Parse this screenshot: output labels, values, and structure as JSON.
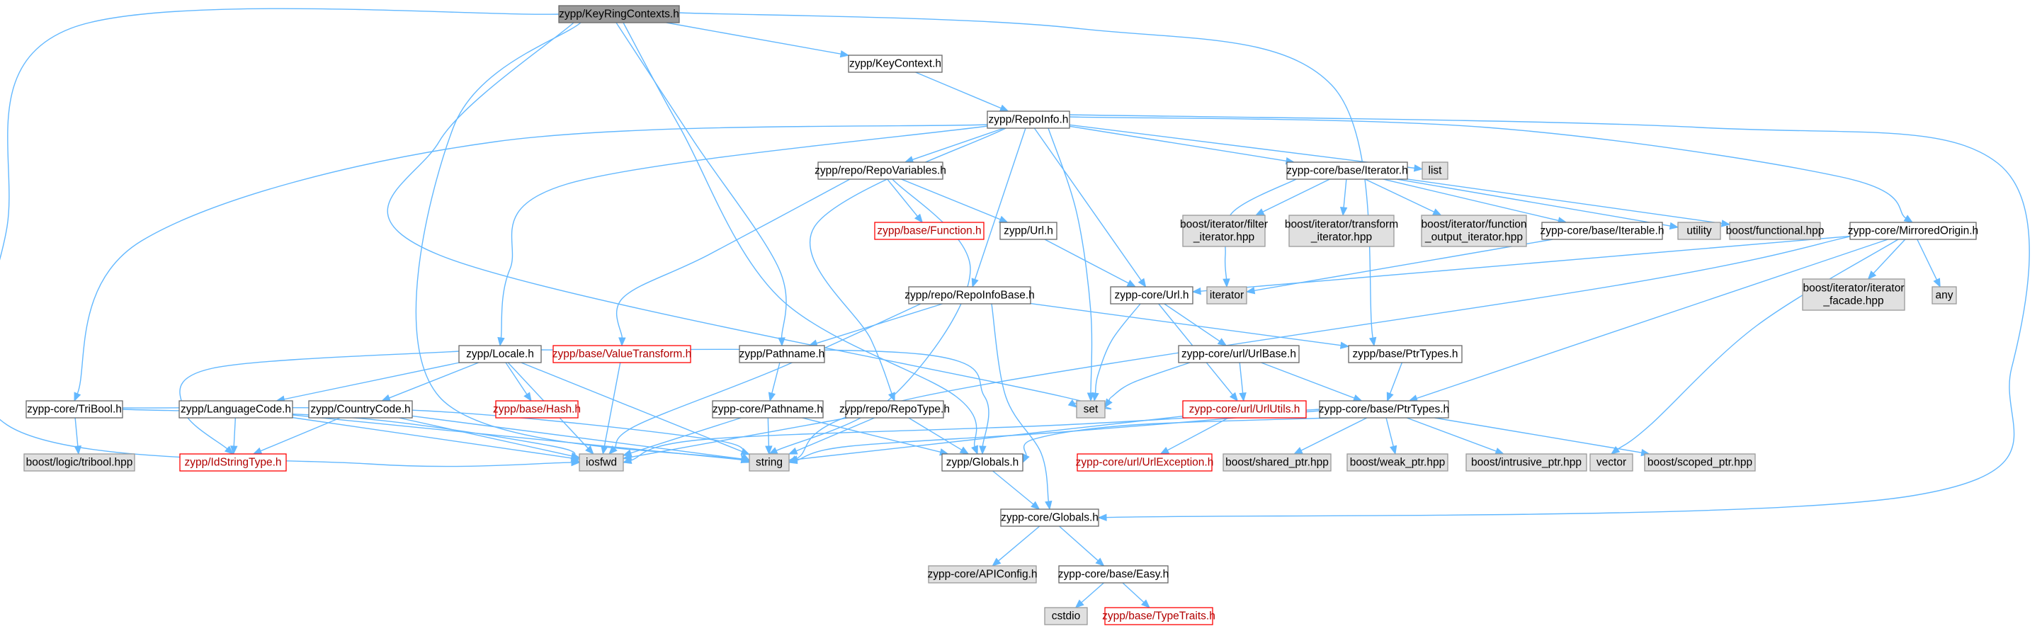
{
  "colors": {
    "edge": "#63b8ff",
    "root_fill": "#999999",
    "file_fill": "#ffffff",
    "file_stroke": "#666666",
    "external_fill": "#e0e0e0",
    "external_stroke": "#999999",
    "missing_stroke": "#ff0000",
    "missing_text": "#b20000"
  },
  "nodes": {
    "keyringcontexts": {
      "lines": [
        "zypp/KeyRingContexts.h"
      ],
      "kind": "root"
    },
    "keycontext": {
      "lines": [
        "zypp/KeyContext.h"
      ],
      "kind": "file"
    },
    "repoinfo": {
      "lines": [
        "zypp/RepoInfo.h"
      ],
      "kind": "file"
    },
    "repovariables": {
      "lines": [
        "zypp/repo/RepoVariables.h"
      ],
      "kind": "file"
    },
    "iterator_h": {
      "lines": [
        "zypp-core/base/Iterator.h"
      ],
      "kind": "file"
    },
    "list": {
      "lines": [
        "list"
      ],
      "kind": "external"
    },
    "function_h": {
      "lines": [
        "zypp/base/Function.h"
      ],
      "kind": "missing"
    },
    "url_h": {
      "lines": [
        "zypp/Url.h"
      ],
      "kind": "file"
    },
    "filter_iter": {
      "lines": [
        "boost/iterator/filter",
        "_iterator.hpp"
      ],
      "kind": "external"
    },
    "transform_iter": {
      "lines": [
        "boost/iterator/transform",
        "_iterator.hpp"
      ],
      "kind": "external"
    },
    "function_output_iter": {
      "lines": [
        "boost/iterator/function",
        "_output_iterator.hpp"
      ],
      "kind": "external"
    },
    "iterable_h": {
      "lines": [
        "zypp-core/base/Iterable.h"
      ],
      "kind": "file"
    },
    "utility": {
      "lines": [
        "utility"
      ],
      "kind": "external"
    },
    "boost_functional": {
      "lines": [
        "boost/functional.hpp"
      ],
      "kind": "external"
    },
    "mirroredorigin": {
      "lines": [
        "zypp-core/MirroredOrigin.h"
      ],
      "kind": "file"
    },
    "repoinfobase": {
      "lines": [
        "zypp/repo/RepoInfoBase.h"
      ],
      "kind": "file"
    },
    "core_url": {
      "lines": [
        "zypp-core/Url.h"
      ],
      "kind": "file"
    },
    "iterator_std": {
      "lines": [
        "iterator"
      ],
      "kind": "external"
    },
    "iterator_facade": {
      "lines": [
        "boost/iterator/iterator",
        "_facade.hpp"
      ],
      "kind": "external"
    },
    "any": {
      "lines": [
        "any"
      ],
      "kind": "external"
    },
    "locale_h": {
      "lines": [
        "zypp/Locale.h"
      ],
      "kind": "file"
    },
    "valuetransform": {
      "lines": [
        "zypp/base/ValueTransform.h"
      ],
      "kind": "missing"
    },
    "pathname_h": {
      "lines": [
        "zypp/Pathname.h"
      ],
      "kind": "file"
    },
    "urlbase": {
      "lines": [
        "zypp-core/url/UrlBase.h"
      ],
      "kind": "file"
    },
    "base_ptrtypes": {
      "lines": [
        "zypp/base/PtrTypes.h"
      ],
      "kind": "file"
    },
    "tribool_h": {
      "lines": [
        "zypp-core/TriBool.h"
      ],
      "kind": "file"
    },
    "languagecode": {
      "lines": [
        "zypp/LanguageCode.h"
      ],
      "kind": "file"
    },
    "countrycode": {
      "lines": [
        "zypp/CountryCode.h"
      ],
      "kind": "file"
    },
    "hash_h": {
      "lines": [
        "zypp/base/Hash.h"
      ],
      "kind": "missing"
    },
    "core_pathname": {
      "lines": [
        "zypp-core/Pathname.h"
      ],
      "kind": "file"
    },
    "repotype": {
      "lines": [
        "zypp/repo/RepoType.h"
      ],
      "kind": "file"
    },
    "set": {
      "lines": [
        "set"
      ],
      "kind": "external"
    },
    "urlutils": {
      "lines": [
        "zypp-core/url/UrlUtils.h"
      ],
      "kind": "missing"
    },
    "core_ptrtypes": {
      "lines": [
        "zypp-core/base/PtrTypes.h"
      ],
      "kind": "file"
    },
    "boost_tribool": {
      "lines": [
        "boost/logic/tribool.hpp"
      ],
      "kind": "external"
    },
    "idstringtype": {
      "lines": [
        "zypp/IdStringType.h"
      ],
      "kind": "missing"
    },
    "iosfwd": {
      "lines": [
        "iosfwd"
      ],
      "kind": "external"
    },
    "string": {
      "lines": [
        "string"
      ],
      "kind": "external"
    },
    "zypp_globals": {
      "lines": [
        "zypp/Globals.h"
      ],
      "kind": "file"
    },
    "urlexception": {
      "lines": [
        "zypp-core/url/UrlException.h"
      ],
      "kind": "missing"
    },
    "shared_ptr": {
      "lines": [
        "boost/shared_ptr.hpp"
      ],
      "kind": "external"
    },
    "weak_ptr": {
      "lines": [
        "boost/weak_ptr.hpp"
      ],
      "kind": "external"
    },
    "intrusive_ptr": {
      "lines": [
        "boost/intrusive_ptr.hpp"
      ],
      "kind": "external"
    },
    "vector": {
      "lines": [
        "vector"
      ],
      "kind": "external"
    },
    "scoped_ptr": {
      "lines": [
        "boost/scoped_ptr.hpp"
      ],
      "kind": "external"
    },
    "core_globals": {
      "lines": [
        "zypp-core/Globals.h"
      ],
      "kind": "file"
    },
    "apiconfig": {
      "lines": [
        "zypp-core/APIConfig.h"
      ],
      "kind": "external"
    },
    "easy_h": {
      "lines": [
        "zypp-core/base/Easy.h"
      ],
      "kind": "file"
    },
    "cstdio": {
      "lines": [
        "cstdio"
      ],
      "kind": "external"
    },
    "typetraits": {
      "lines": [
        "zypp/base/TypeTraits.h"
      ],
      "kind": "missing"
    }
  },
  "edges": [
    [
      "keyringcontexts",
      "keycontext"
    ],
    [
      "keyringcontexts",
      "base_ptrtypes"
    ],
    [
      "keyringcontexts",
      "pathname_h"
    ],
    [
      "keyringcontexts",
      "set"
    ],
    [
      "keyringcontexts",
      "iosfwd"
    ],
    [
      "keyringcontexts",
      "string"
    ],
    [
      "keyringcontexts",
      "zypp_globals"
    ],
    [
      "keycontext",
      "repoinfo"
    ],
    [
      "repoinfo",
      "list"
    ],
    [
      "repoinfo",
      "set"
    ],
    [
      "repoinfo",
      "iterator_h"
    ],
    [
      "repoinfo",
      "core_url"
    ],
    [
      "repoinfo",
      "repovariables"
    ],
    [
      "repoinfo",
      "repoinfobase"
    ],
    [
      "repoinfo",
      "repotype"
    ],
    [
      "repoinfo",
      "locale_h"
    ],
    [
      "repoinfo",
      "tribool_h"
    ],
    [
      "repoinfo",
      "mirroredorigin"
    ],
    [
      "repoinfo",
      "core_globals"
    ],
    [
      "repovariables",
      "function_h"
    ],
    [
      "repovariables",
      "url_h"
    ],
    [
      "repovariables",
      "valuetransform"
    ],
    [
      "repovariables",
      "string"
    ],
    [
      "iterator_h",
      "filter_iter"
    ],
    [
      "iterator_h",
      "transform_iter"
    ],
    [
      "iterator_h",
      "function_output_iter"
    ],
    [
      "iterator_h",
      "iterable_h"
    ],
    [
      "iterator_h",
      "utility"
    ],
    [
      "iterator_h",
      "boost_functional"
    ],
    [
      "iterator_h",
      "iterator_std"
    ],
    [
      "iterable_h",
      "iterator_std"
    ],
    [
      "url_h",
      "core_url"
    ],
    [
      "mirroredorigin",
      "core_url"
    ],
    [
      "mirroredorigin",
      "iterator_facade"
    ],
    [
      "mirroredorigin",
      "any"
    ],
    [
      "mirroredorigin",
      "core_ptrtypes"
    ],
    [
      "mirroredorigin",
      "vector"
    ],
    [
      "mirroredorigin",
      "string"
    ],
    [
      "repoinfobase",
      "pathname_h"
    ],
    [
      "repoinfobase",
      "base_ptrtypes"
    ],
    [
      "repoinfobase",
      "core_globals"
    ],
    [
      "repoinfobase",
      "iosfwd"
    ],
    [
      "core_url",
      "urlbase"
    ],
    [
      "core_url",
      "urlutils"
    ],
    [
      "core_url",
      "set"
    ],
    [
      "urlbase",
      "core_ptrtypes"
    ],
    [
      "urlbase",
      "urlutils"
    ],
    [
      "urlbase",
      "set"
    ],
    [
      "urlutils",
      "urlexception"
    ],
    [
      "urlutils",
      "string"
    ],
    [
      "base_ptrtypes",
      "core_ptrtypes"
    ],
    [
      "locale_h",
      "languagecode"
    ],
    [
      "locale_h",
      "countrycode"
    ],
    [
      "locale_h",
      "hash_h"
    ],
    [
      "locale_h",
      "idstringtype"
    ],
    [
      "locale_h",
      "iosfwd"
    ],
    [
      "locale_h",
      "string"
    ],
    [
      "locale_h",
      "zypp_globals"
    ],
    [
      "valuetransform",
      "iosfwd"
    ],
    [
      "pathname_h",
      "core_pathname"
    ],
    [
      "core_pathname",
      "iosfwd"
    ],
    [
      "core_pathname",
      "string"
    ],
    [
      "core_pathname",
      "zypp_globals"
    ],
    [
      "repotype",
      "iosfwd"
    ],
    [
      "repotype",
      "string"
    ],
    [
      "repotype",
      "zypp_globals"
    ],
    [
      "tribool_h",
      "boost_tribool"
    ],
    [
      "tribool_h",
      "iosfwd"
    ],
    [
      "tribool_h",
      "string"
    ],
    [
      "languagecode",
      "idstringtype"
    ],
    [
      "languagecode",
      "iosfwd"
    ],
    [
      "languagecode",
      "string"
    ],
    [
      "countrycode",
      "idstringtype"
    ],
    [
      "countrycode",
      "iosfwd"
    ],
    [
      "countrycode",
      "string"
    ],
    [
      "core_ptrtypes",
      "iosfwd"
    ],
    [
      "core_ptrtypes",
      "string"
    ],
    [
      "core_ptrtypes",
      "shared_ptr"
    ],
    [
      "core_ptrtypes",
      "weak_ptr"
    ],
    [
      "core_ptrtypes",
      "intrusive_ptr"
    ],
    [
      "core_ptrtypes",
      "scoped_ptr"
    ],
    [
      "core_ptrtypes",
      "zypp_globals"
    ],
    [
      "zypp_globals",
      "core_globals"
    ],
    [
      "core_globals",
      "apiconfig"
    ],
    [
      "core_globals",
      "easy_h"
    ],
    [
      "easy_h",
      "cstdio"
    ],
    [
      "easy_h",
      "typetraits"
    ]
  ]
}
